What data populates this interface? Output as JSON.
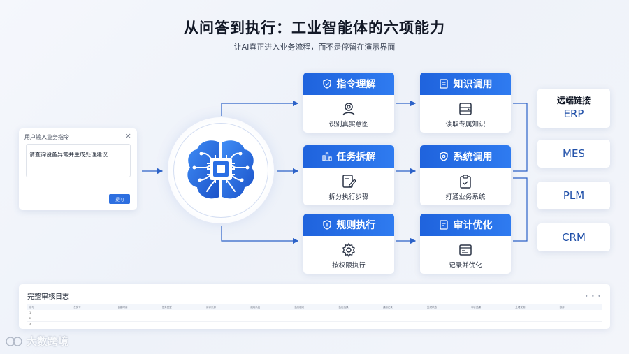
{
  "header": {
    "title": "从问答到执行：工业智能体的六项能力",
    "subtitle": "让AI真正进入业务流程，而不是停留在演示界面"
  },
  "input_panel": {
    "title": "用户输入业务指令",
    "text": "请查询设备异常并生成处理建议",
    "submit_label": "提问"
  },
  "capabilities": [
    {
      "title": "指令理解",
      "subtitle": "识别真实意图",
      "header_icon": "shield-check-icon",
      "body_icon": "user-search-icon"
    },
    {
      "title": "任务拆解",
      "subtitle": "拆分执行步骤",
      "header_icon": "chart-bars-icon",
      "body_icon": "edit-document-icon"
    },
    {
      "title": "规则执行",
      "subtitle": "按权限执行",
      "header_icon": "shield-icon",
      "body_icon": "gear-icon"
    },
    {
      "title": "知识调用",
      "subtitle": "读取专属知识",
      "header_icon": "document-list-icon",
      "body_icon": "database-icon"
    },
    {
      "title": "系统调用",
      "subtitle": "打通业务系统",
      "header_icon": "shield-icon",
      "body_icon": "clipboard-icon"
    },
    {
      "title": "审计优化",
      "subtitle": "记录并优化",
      "header_icon": "document-list-icon",
      "body_icon": "log-terminal-icon"
    }
  ],
  "systems": {
    "title": "远端链接",
    "items": [
      "ERP",
      "MES",
      "PLM",
      "CRM"
    ]
  },
  "audit_log": {
    "title": "完整审核日志",
    "more": "• • •",
    "columns": [
      "序号",
      "任务号",
      "创建时间",
      "任务类型",
      "请求来源",
      "调用系统",
      "执行模块",
      "执行结果",
      "调用记录",
      "处理状态",
      "审计结果",
      "处理说明",
      "操作"
    ],
    "rows": [
      [
        "1",
        "",
        "",
        "",
        "",
        "",
        "",
        "",
        "",
        "",
        "",
        "",
        ""
      ],
      [
        "2",
        "",
        "",
        "",
        "",
        "",
        "",
        "",
        "",
        "",
        "",
        "",
        ""
      ],
      [
        "3",
        "",
        "",
        "",
        "",
        "",
        "",
        "",
        "",
        "",
        "",
        "",
        ""
      ]
    ]
  },
  "watermark": {
    "text": "大数跨境"
  },
  "colors": {
    "accent": "#1f63dd",
    "accent_light": "#2f7bf0",
    "system_text": "#1f4fa8",
    "line": "#2c62c8"
  }
}
